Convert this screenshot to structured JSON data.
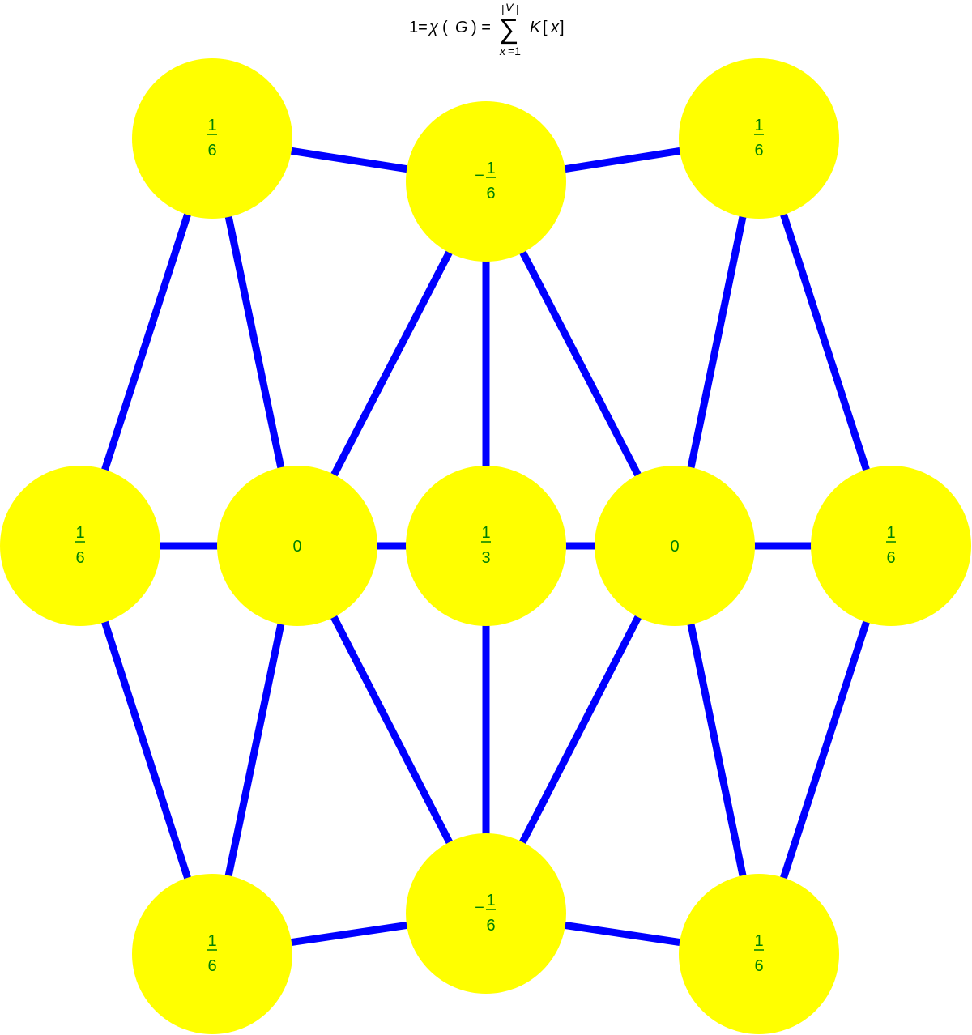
{
  "formula": {
    "lhs": "1=",
    "chi": "χ",
    "open_paren": "(",
    "g": "G",
    "close_paren_eq": ") =",
    "sigma": "∑",
    "upper_bar_left": "|",
    "upper_v": "V",
    "upper_bar_right": "|",
    "lower_x": "x",
    "lower_eq_one": "=1",
    "k": "K",
    "bracket_open": "[",
    "x_var": "x",
    "bracket_close": "]"
  },
  "colors": {
    "node_fill": "#ffff00",
    "edge": "#0000ff",
    "label": "#008000",
    "formula": "#000000"
  },
  "nodes": [
    {
      "id": "n1",
      "sign": "",
      "num": "1",
      "den": "6"
    },
    {
      "id": "n2",
      "sign": "−",
      "num": "1",
      "den": "6"
    },
    {
      "id": "n3",
      "sign": "",
      "num": "1",
      "den": "6"
    },
    {
      "id": "n4",
      "sign": "",
      "num": "1",
      "den": "6"
    },
    {
      "id": "n5",
      "value": "0"
    },
    {
      "id": "n6",
      "sign": "",
      "num": "1",
      "den": "3"
    },
    {
      "id": "n7",
      "value": "0"
    },
    {
      "id": "n8",
      "sign": "",
      "num": "1",
      "den": "6"
    },
    {
      "id": "n9",
      "sign": "",
      "num": "1",
      "den": "6"
    },
    {
      "id": "n10",
      "sign": "−",
      "num": "1",
      "den": "6"
    },
    {
      "id": "n11",
      "sign": "",
      "num": "1",
      "den": "6"
    }
  ],
  "edges": [
    [
      "n1",
      "n2"
    ],
    [
      "n2",
      "n3"
    ],
    [
      "n1",
      "n4"
    ],
    [
      "n1",
      "n5"
    ],
    [
      "n2",
      "n5"
    ],
    [
      "n2",
      "n6"
    ],
    [
      "n2",
      "n7"
    ],
    [
      "n3",
      "n7"
    ],
    [
      "n3",
      "n8"
    ],
    [
      "n4",
      "n5"
    ],
    [
      "n5",
      "n6"
    ],
    [
      "n6",
      "n7"
    ],
    [
      "n7",
      "n8"
    ],
    [
      "n4",
      "n9"
    ],
    [
      "n5",
      "n9"
    ],
    [
      "n5",
      "n10"
    ],
    [
      "n6",
      "n10"
    ],
    [
      "n7",
      "n10"
    ],
    [
      "n7",
      "n11"
    ],
    [
      "n8",
      "n11"
    ],
    [
      "n9",
      "n10"
    ],
    [
      "n10",
      "n11"
    ]
  ]
}
